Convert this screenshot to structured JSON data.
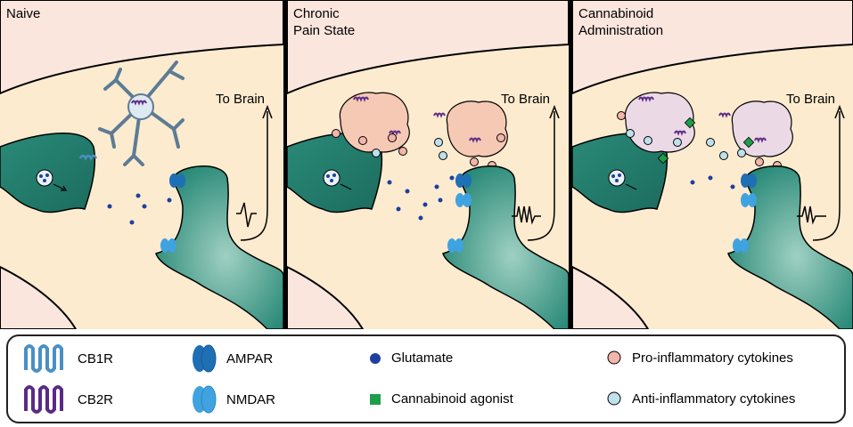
{
  "panels": [
    {
      "title": "Naive",
      "to_brain": "To Brain"
    },
    {
      "title": "Chronic\nPain State",
      "to_brain": "To Brain"
    },
    {
      "title": "Cannabinoid\nAdministration",
      "to_brain": "To Brain"
    }
  ],
  "legend": {
    "cb1r": "CB1R",
    "cb2r": "CB2R",
    "ampar": "AMPAR",
    "nmdar": "NMDAR",
    "glutamate": "Glutamate",
    "agonist": "Cannabinoid agonist",
    "pro": "Pro-inflammatory cytokines",
    "anti": "Anti-inflammatory cytokines"
  },
  "colors": {
    "background": "#fdebcf",
    "outer": "#fbe6de",
    "neuron": "#2f8f7f",
    "cb1r": "#4a90c4",
    "cb2r": "#5b2a86",
    "ampar": "#1f6fb5",
    "nmdar": "#3fa3e0",
    "glutamate": "#1d3f9e",
    "agonist": "#1e9e4a",
    "pro": "#f3b4aa",
    "anti": "#bfe1ec"
  }
}
